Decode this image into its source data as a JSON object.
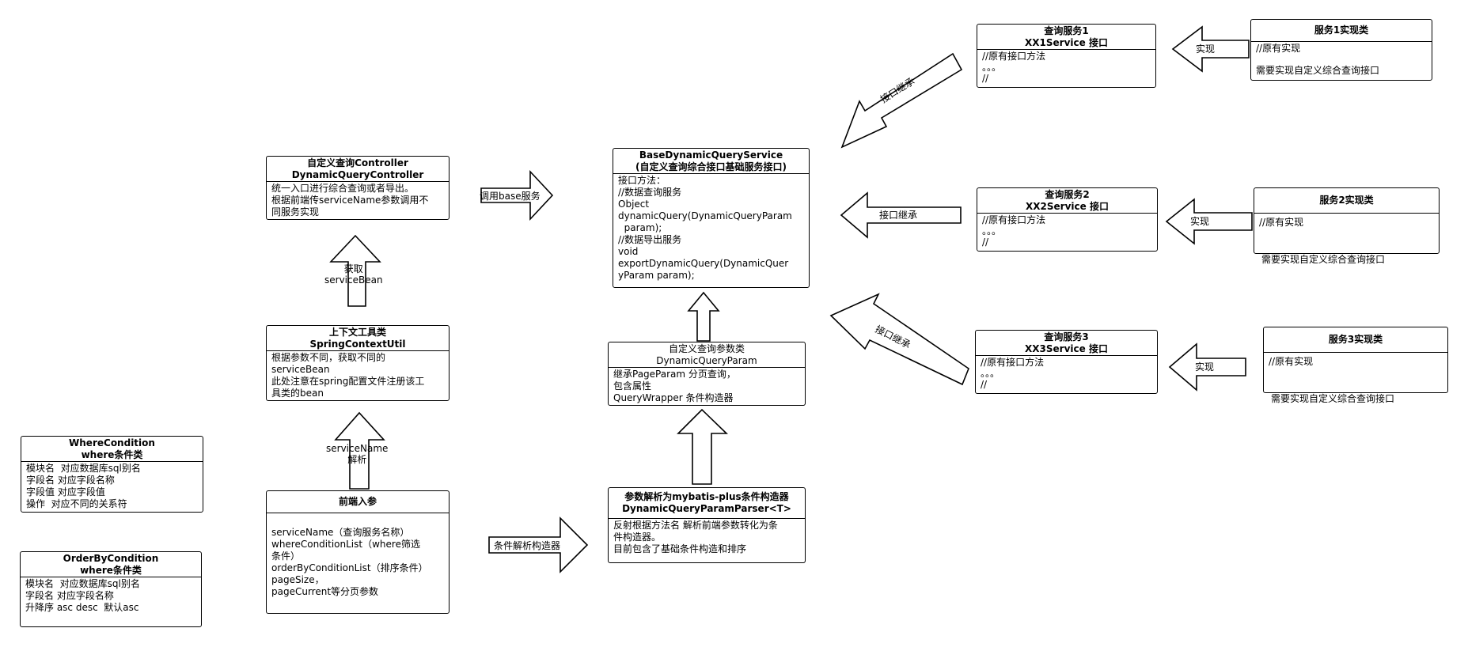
{
  "controller": {
    "title": [
      "自定义查询Controller",
      "DynamicQueryController"
    ],
    "lines": [
      "统一入口进行综合查询或者导出。",
      "根据前端传serviceName参数调用不",
      "同服务实现"
    ]
  },
  "spring_util": {
    "title": [
      "上下文工具类",
      "SpringContextUtil"
    ],
    "lines": [
      "根据参数不同，获取不同的",
      "serviceBean",
      "此处注意在spring配置文件注册该工",
      "具类的bean"
    ]
  },
  "frontend": {
    "title": [
      "前端入参"
    ],
    "lines": [
      "",
      "serviceName（查询服务名称）",
      "whereConditionList（where筛选",
      "条件）",
      "orderByConditionList（排序条件）",
      "pageSize，",
      "pageCurrent等分页参数"
    ]
  },
  "where_condition": {
    "title": [
      "WhereCondition",
      "where条件类"
    ],
    "lines": [
      "模块名  对应数据库sql别名",
      "字段名 对应字段名称",
      "字段值 对应字段值",
      "操作  对应不同的关系符"
    ]
  },
  "orderby_condition": {
    "title": [
      "OrderByCondition",
      "where条件类"
    ],
    "lines": [
      "模块名  对应数据库sql别名",
      "字段名 对应字段名称",
      "升降序 asc desc  默认asc"
    ]
  },
  "base_service": {
    "title": [
      "BaseDynamicQueryService",
      "(自定义查询综合接口基础服务接口)"
    ],
    "lines": [
      "接口方法：",
      "//数据查询服务",
      "Object",
      "dynamicQuery(DynamicQueryParam",
      "  param);",
      "//数据导出服务",
      "void",
      "exportDynamicQuery(DynamicQuer",
      "yParam param);"
    ]
  },
  "query_param": {
    "title": [
      "自定义查询参数类",
      "DynamicQueryParam"
    ],
    "lines": [
      "继承PageParam 分页查询，",
      "包含属性",
      "QueryWrapper 条件构造器"
    ]
  },
  "param_parser": {
    "title": [
      "参数解析为mybatis-plus条件构造器",
      "DynamicQueryParamParser<T>"
    ],
    "lines": [
      "反射根据方法名 解析前端参数转化为条",
      "件构造器。",
      "目前包含了基础条件构造和排序"
    ]
  },
  "services": [
    {
      "title": [
        "查询服务1",
        "XX1Service 接口"
      ],
      "lines": [
        "//原有接口方法",
        "。。。",
        "//"
      ]
    },
    {
      "title": [
        "查询服务2",
        "XX2Service 接口"
      ],
      "lines": [
        "//原有接口方法",
        "。。。",
        "//"
      ]
    },
    {
      "title": [
        "查询服务3",
        "XX3Service 接口"
      ],
      "lines": [
        "//原有接口方法",
        "。。。",
        "//"
      ]
    }
  ],
  "impls": [
    {
      "title": [
        "服务1实现类"
      ],
      "lines": [
        "//原有实现",
        "",
        "需要实现自定义综合查询接口"
      ]
    },
    {
      "title": [
        "服务2实现类"
      ],
      "lines": [
        "//原有实现"
      ],
      "note": "需要实现自定义综合查询接口"
    },
    {
      "title": [
        "服务3实现类"
      ],
      "lines": [
        "//原有实现"
      ],
      "note": "需要实现自定义综合查询接口"
    }
  ],
  "arrows": {
    "call_base": "调用base服务",
    "get_bean": [
      "获取",
      "serviceBean"
    ],
    "resolve": [
      "serviceName",
      "解析"
    ],
    "cond_build": "条件解析构造器",
    "inherit1": "接口继承",
    "inherit2": "接口继承",
    "inherit3": "接口继承",
    "impl1": "实现",
    "impl2": "实现",
    "impl3": "实现"
  }
}
